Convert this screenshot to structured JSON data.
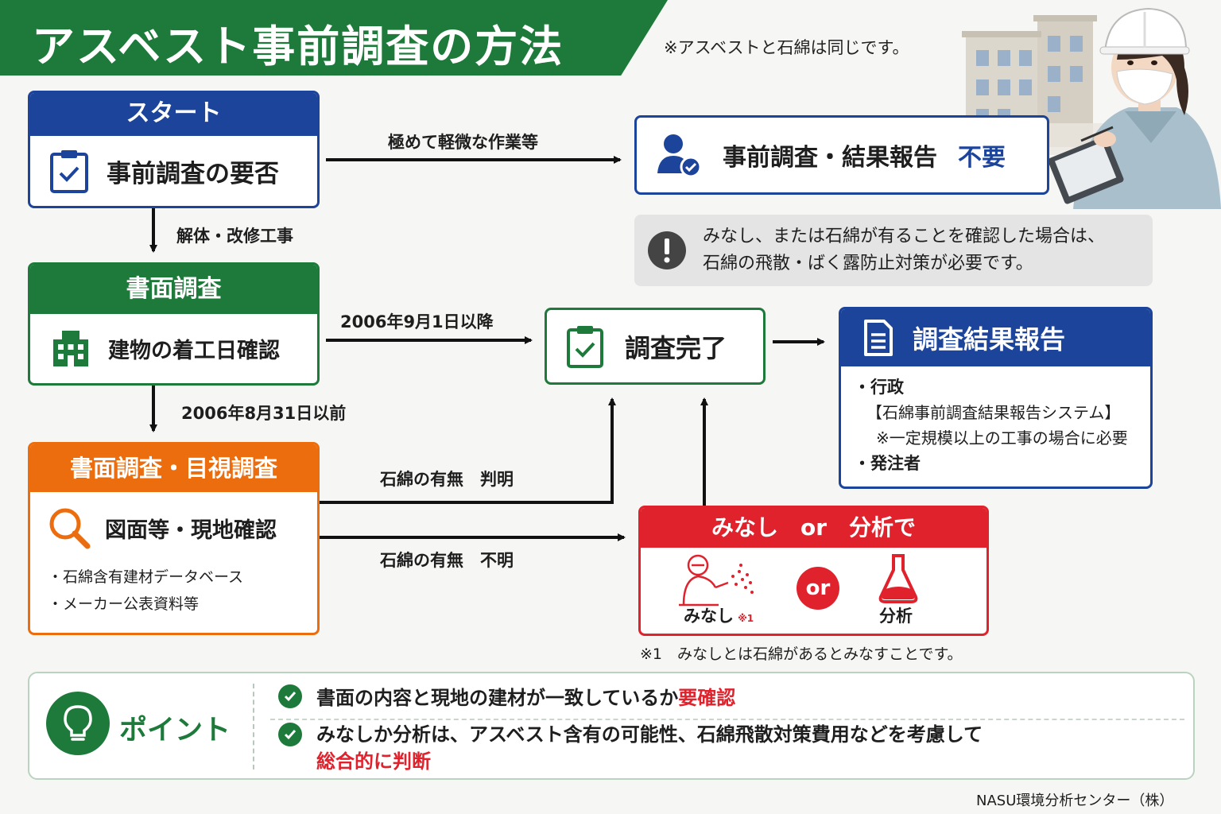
{
  "header": {
    "title": "アスベスト事前調査の方法",
    "note": "※アスベストと石綿は同じです。"
  },
  "start": {
    "header": "スタート",
    "label": "事前調査の要否"
  },
  "not_needed": {
    "label": "事前調査・結果報告",
    "highlight": "不要"
  },
  "warning": {
    "line1": "みなし、または石綿が有ることを確認した場合は、",
    "line2": "石綿の飛散・ばく露防止対策が必要です。"
  },
  "document_survey": {
    "header": "書面調査",
    "label": "建物の着工日確認"
  },
  "complete": {
    "label": "調査完了"
  },
  "report": {
    "header": "調査結果報告",
    "item1": "・行政",
    "item1_sub": "【石綿事前調査結果報告システム】",
    "item1_note": "※一定規模以上の工事の場合に必要",
    "item2": "・発注者"
  },
  "visual_survey": {
    "header": "書面調査・目視調査",
    "label": "図面等・現地確認",
    "items": [
      "・石綿含有建材データベース",
      "・メーカー公表資料等"
    ]
  },
  "deem_or_analyze": {
    "header": "みなし　or　分析で",
    "deem_label": "みなし",
    "deem_note": "※1",
    "or_label": "or",
    "analyze_label": "分析"
  },
  "footnote": "※1　みなしとは石綿があるとみなすことです。",
  "edges": {
    "minor_work": "極めて軽微な作業等",
    "demolition": "解体・改修工事",
    "after_2006": "2006年9月1日以降",
    "before_2006": "2006年8月31日以前",
    "found": "石綿の有無　判明",
    "unknown": "石綿の有無　不明"
  },
  "point": {
    "title": "ポイント",
    "item1_text": "書面の内容と現地の建材が一致しているか",
    "item1_highlight": "要確認",
    "item2_text": "みなしか分析は、アスベスト含有の可能性、石綿飛散対策費用などを考慮して",
    "item2_highlight": "総合的に判断"
  },
  "credit": "NASU環境分析センター（株）",
  "colors": {
    "green": "#1e7a3a",
    "blue": "#1c449a",
    "orange": "#ec6d0e",
    "red": "#e0222d"
  }
}
